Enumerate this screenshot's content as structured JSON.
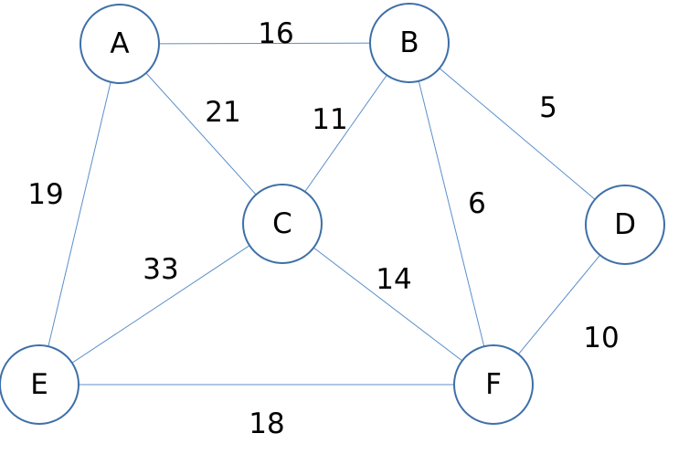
{
  "nodes": [
    {
      "id": "A",
      "label": "A"
    },
    {
      "id": "B",
      "label": "B"
    },
    {
      "id": "C",
      "label": "C"
    },
    {
      "id": "D",
      "label": "D"
    },
    {
      "id": "E",
      "label": "E"
    },
    {
      "id": "F",
      "label": "F"
    }
  ],
  "edges": [
    {
      "from": "A",
      "to": "B",
      "weight": "16"
    },
    {
      "from": "A",
      "to": "C",
      "weight": "21"
    },
    {
      "from": "A",
      "to": "E",
      "weight": "19"
    },
    {
      "from": "B",
      "to": "C",
      "weight": "11"
    },
    {
      "from": "B",
      "to": "D",
      "weight": "5"
    },
    {
      "from": "B",
      "to": "F",
      "weight": "6"
    },
    {
      "from": "C",
      "to": "E",
      "weight": "33"
    },
    {
      "from": "C",
      "to": "F",
      "weight": "14"
    },
    {
      "from": "D",
      "to": "F",
      "weight": "10"
    },
    {
      "from": "E",
      "to": "F",
      "weight": "18"
    }
  ],
  "colors": {
    "edge": "#5b8fc9",
    "node_stroke": "#3e6fa8",
    "node_fill": "#ffffff",
    "text": "#000000"
  }
}
